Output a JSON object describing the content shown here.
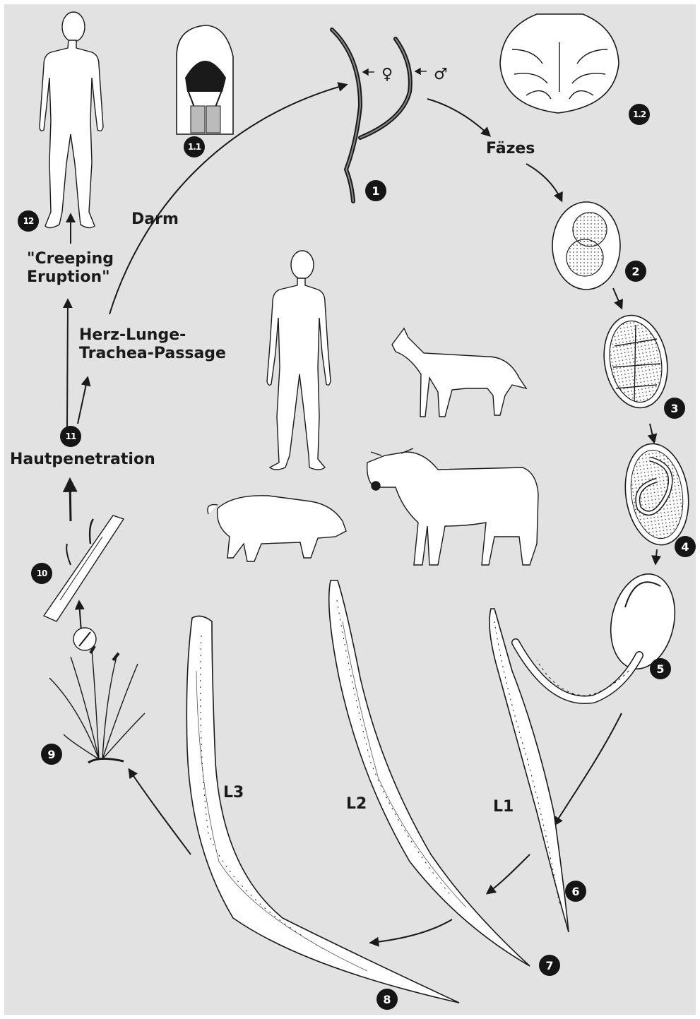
{
  "labels": {
    "faeces": "Fäzes",
    "darm": "Darm",
    "creeping": "\"Creeping\nEruption\"",
    "herz": "Herz-Lunge-\nTrachea-Passage",
    "haut": "Hautpenetration",
    "l1": "L1",
    "l2": "L2",
    "l3": "L3",
    "female_symbol": "♀",
    "male_symbol": "♂"
  },
  "stages": {
    "s1": "1",
    "s1_1": "1.1",
    "s1_2": "1.2",
    "s2": "2",
    "s3": "3",
    "s4": "4",
    "s5": "5",
    "s6": "6",
    "s7": "7",
    "s8": "8",
    "s9": "9",
    "s10": "10",
    "s11": "11",
    "s12": "12"
  },
  "colors": {
    "background": "#e2e2e2",
    "ink": "#1a1a1a",
    "figure_fill": "#ffffff",
    "frame": "#ffffff"
  }
}
